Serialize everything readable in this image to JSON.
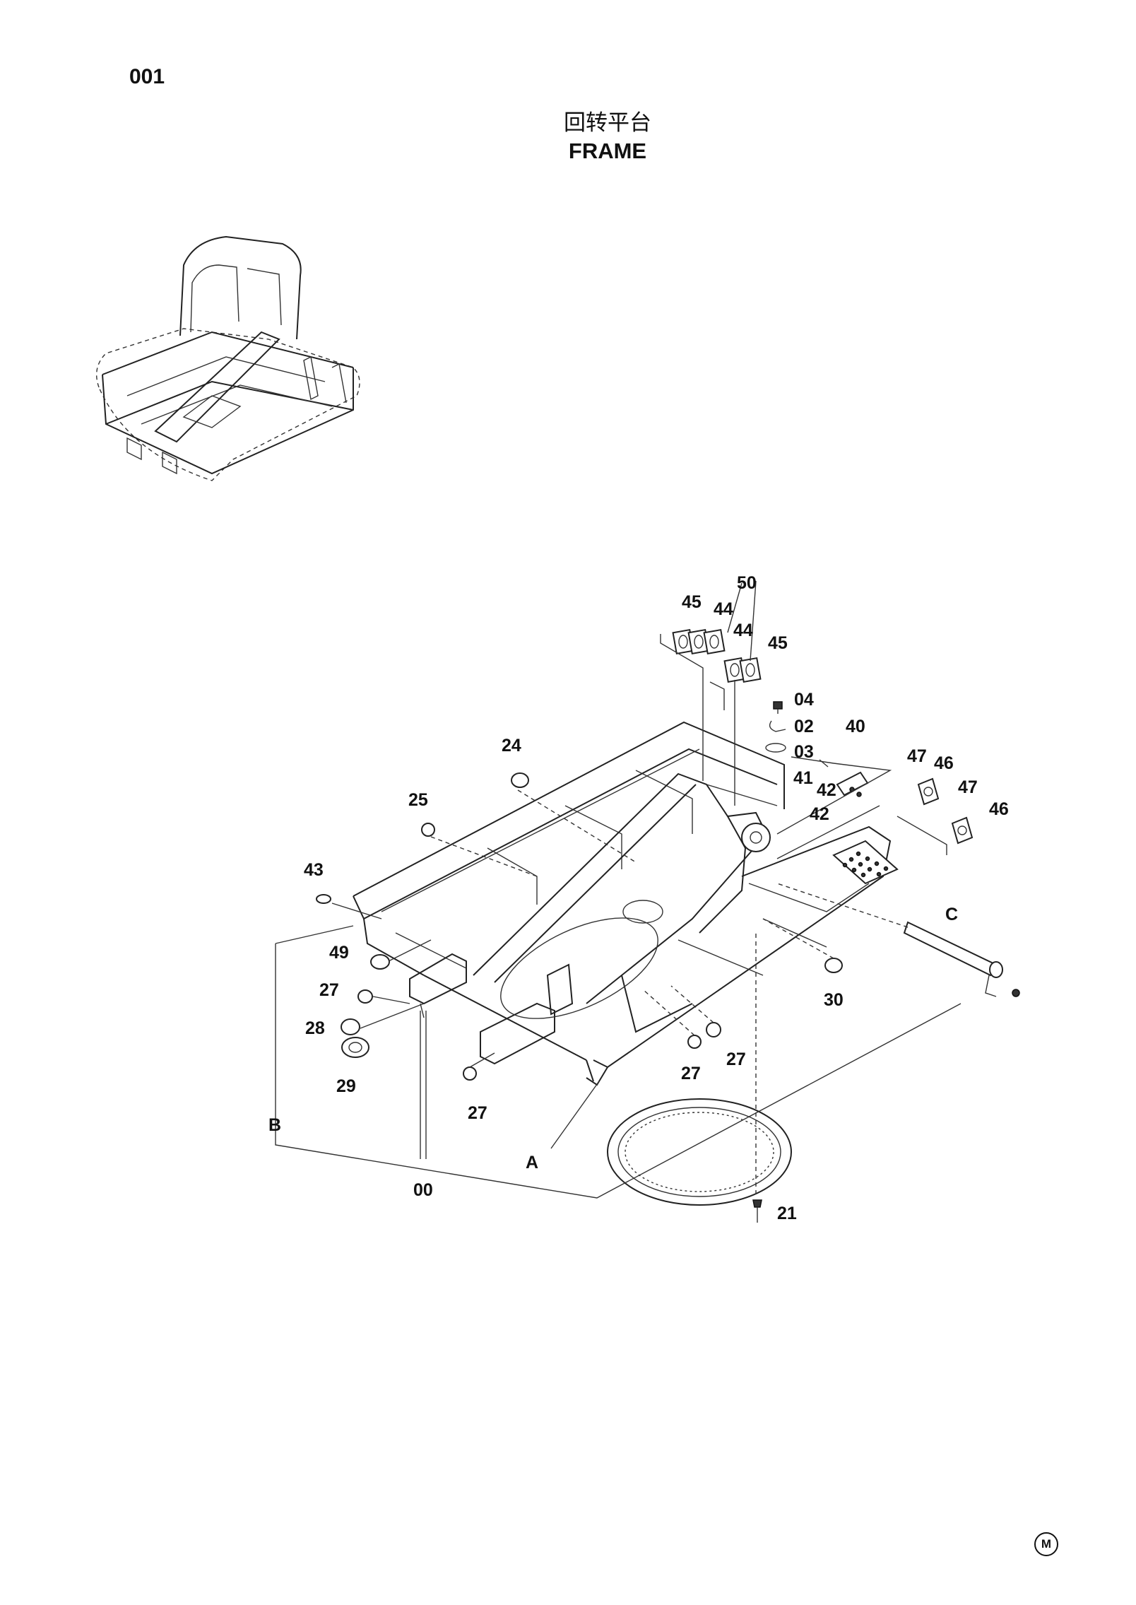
{
  "page_number": "001",
  "title_cn": "回转平台",
  "title_en": "FRAME",
  "corner_mark": "M",
  "callouts": [
    {
      "id": "c50",
      "text": "50"
    },
    {
      "id": "c45a",
      "text": "45"
    },
    {
      "id": "c44a",
      "text": "44"
    },
    {
      "id": "c44b",
      "text": "44"
    },
    {
      "id": "c45b",
      "text": "45"
    },
    {
      "id": "c04",
      "text": "04"
    },
    {
      "id": "c02",
      "text": "02"
    },
    {
      "id": "c40",
      "text": "40"
    },
    {
      "id": "c03",
      "text": "03"
    },
    {
      "id": "c41",
      "text": "41"
    },
    {
      "id": "c42a",
      "text": "42"
    },
    {
      "id": "c42b",
      "text": "42"
    },
    {
      "id": "c47a",
      "text": "47"
    },
    {
      "id": "c46a",
      "text": "46"
    },
    {
      "id": "c47b",
      "text": "47"
    },
    {
      "id": "c46b",
      "text": "46"
    },
    {
      "id": "c24",
      "text": "24"
    },
    {
      "id": "c25",
      "text": "25"
    },
    {
      "id": "c43",
      "text": "43"
    },
    {
      "id": "c49",
      "text": "49"
    },
    {
      "id": "c27a",
      "text": "27"
    },
    {
      "id": "c28",
      "text": "28"
    },
    {
      "id": "c29",
      "text": "29"
    },
    {
      "id": "c27b",
      "text": "27"
    },
    {
      "id": "c27c",
      "text": "27"
    },
    {
      "id": "c27d",
      "text": "27"
    },
    {
      "id": "c30",
      "text": "30"
    },
    {
      "id": "cC",
      "text": "C"
    },
    {
      "id": "cB",
      "text": "B"
    },
    {
      "id": "cA",
      "text": "A"
    },
    {
      "id": "c00",
      "text": "00"
    },
    {
      "id": "c21",
      "text": "21"
    }
  ]
}
